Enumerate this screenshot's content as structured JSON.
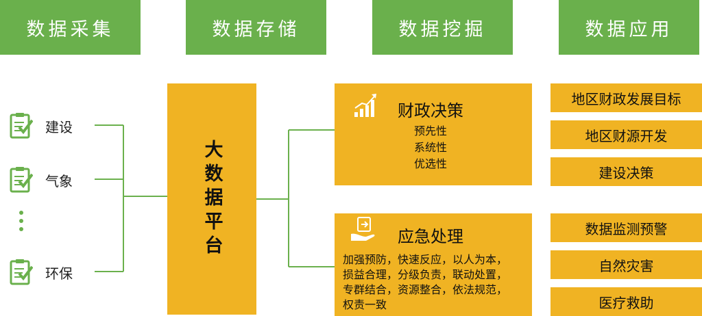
{
  "headers": [
    "数据采集",
    "数据存储",
    "数据挖掘",
    "数据应用"
  ],
  "sources": {
    "items": [
      "建设",
      "气象",
      "环保"
    ],
    "ellipsis": "⋮"
  },
  "platform": {
    "title": "大数据平台"
  },
  "mining": {
    "finance": {
      "title": "财政决策",
      "items": [
        "预先性",
        "系统性",
        "优选性"
      ]
    },
    "emergency": {
      "title": "应急处理",
      "lines": [
        "加强预防，快速反应，以人为本，",
        "损益合理，分级负责，联动处置，",
        "专群结合，资源整合，依法规范，",
        "权责一致"
      ]
    }
  },
  "applications": [
    "地区财政发展目标",
    "地区财源开发",
    "建设决策",
    "数据监测预警",
    "自然灾害",
    "医疗救助"
  ],
  "colors": {
    "header_green": "#6ab04c",
    "box_gold": "#f0b323",
    "line_green": "#6ab04c"
  },
  "icons": {
    "source": "checklist-icon",
    "finance": "growth-chart-icon",
    "emergency": "hand-support-icon"
  }
}
